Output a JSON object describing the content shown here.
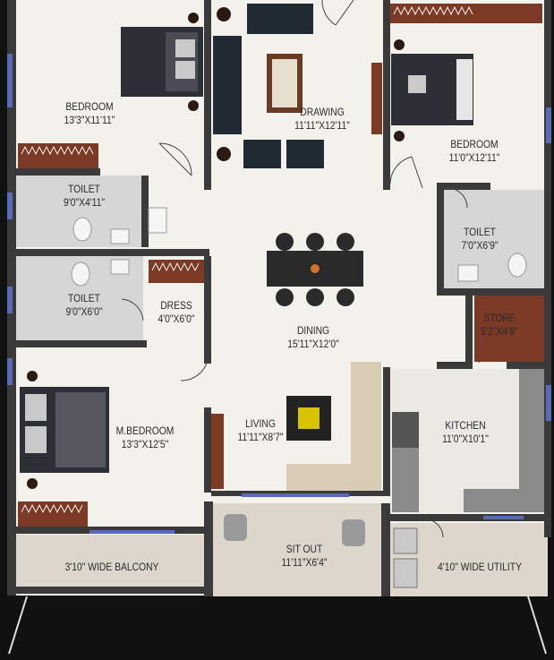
{
  "rooms": {
    "bedroom1": {
      "name": "BEDROOM",
      "dims": "13'3\"X11'11\""
    },
    "drawing": {
      "name": "DRAWING",
      "dims": "11'11\"X12'11\""
    },
    "bedroom2": {
      "name": "BEDROOM",
      "dims": "11'0\"X12'11\""
    },
    "toilet1": {
      "name": "TOILET",
      "dims": "9'0\"X4'11\""
    },
    "toilet2": {
      "name": "TOILET",
      "dims": "7'0\"X6'9\""
    },
    "toilet3": {
      "name": "TOILET",
      "dims": "9'0\"X6'0\""
    },
    "dress": {
      "name": "DRESS",
      "dims": "4'0\"X6'0\""
    },
    "dining": {
      "name": "DINING",
      "dims": "15'11\"X12'0\""
    },
    "store": {
      "name": "STORE",
      "dims": "5'2\"X4'8\""
    },
    "mbedroom": {
      "name": "M.BEDROOM",
      "dims": "13'3\"X12'5\""
    },
    "living": {
      "name": "LIVING",
      "dims": "11'11\"X8'7\""
    },
    "kitchen": {
      "name": "KITCHEN",
      "dims": "11'0\"X10'1\""
    },
    "balcony": {
      "name": "3'10\" WIDE BALCONY"
    },
    "sitout": {
      "name": "SIT OUT",
      "dims": "11'11\"X6'4\""
    },
    "utility": {
      "name": "4'10\" WIDE UTILITY"
    }
  },
  "colors": {
    "wall": "#3a3a3a",
    "floor": "#f3f1ec",
    "wet_floor": "#d8d8d8",
    "balcony_floor": "#e0dbd2",
    "wood": "#7a3a26",
    "sofa_dark": "#1f2a33",
    "bed_dark": "#2d2f36",
    "sofa_beige": "#d9ccb4",
    "kitchen_counter": "#8a8a8a",
    "window": "#5a6ab8",
    "table": "#2a2a2a",
    "accent_yellow": "#d6c400"
  }
}
